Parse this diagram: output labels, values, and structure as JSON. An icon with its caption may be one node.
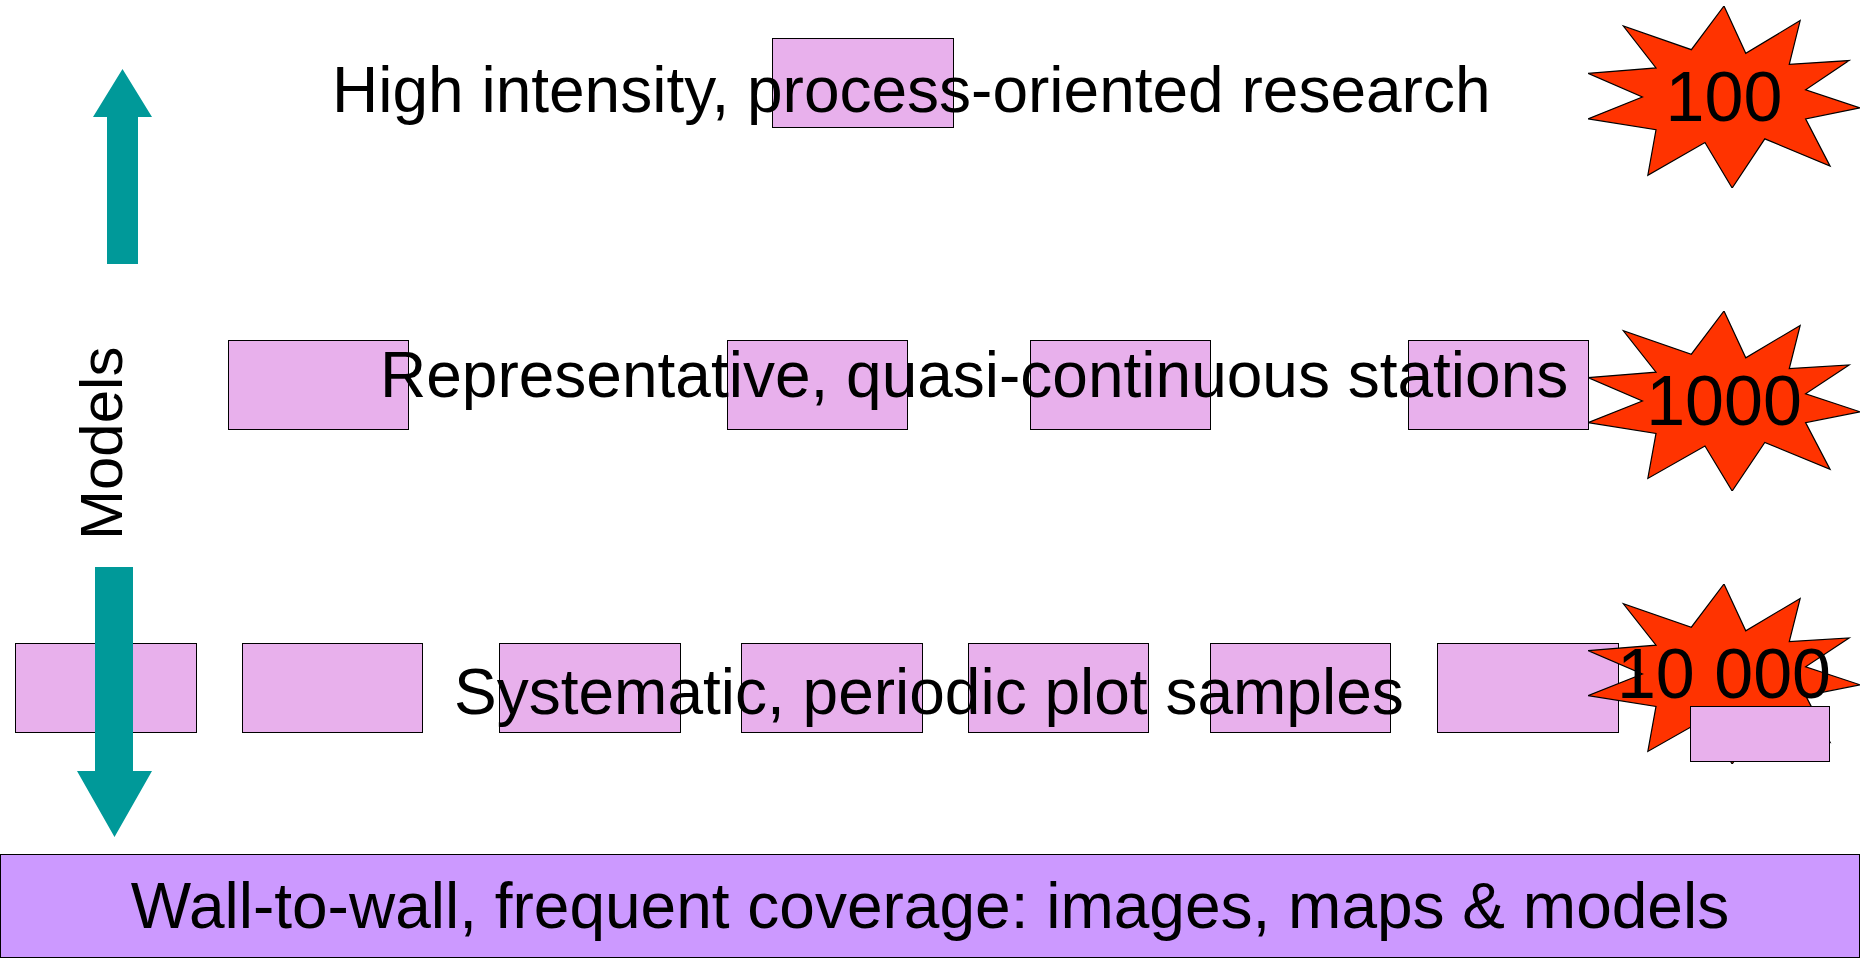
{
  "diagram": {
    "nodes": [
      {
        "text": [],
        "shape": "box"
      },
      {
        "text": [
          "100"
        ]
      },
      {
        "text": [],
        "shape": "box"
      },
      {
        "text": [],
        "shape": "box"
      },
      {
        "text": [],
        "shape": "box"
      },
      {
        "text": [],
        "shape": "box"
      },
      {
        "text": [
          "1000"
        ]
      },
      {
        "text": [],
        "shape": "box"
      },
      {
        "text": [],
        "shape": "box"
      },
      {
        "text": [],
        "shape": "box"
      },
      {
        "text": [],
        "shape": "box"
      },
      {
        "text": [],
        "shape": "box"
      },
      {
        "text": [],
        "shape": "box"
      },
      {
        "text": [],
        "shape": "box"
      },
      {
        "text": [],
        "shape": "box"
      },
      {
        "text": [
          "10 000"
        ]
      },
      {
        "text": [
          "Wall-to-wall, frequent coverage: images, maps & models"
        ]
      }
    ],
    "edges": [],
    "labels": [
      "High intensity, process-oriented research",
      "Models",
      "Representative, quasi-continuous stations",
      "Systematic, periodic plot samples"
    ]
  }
}
